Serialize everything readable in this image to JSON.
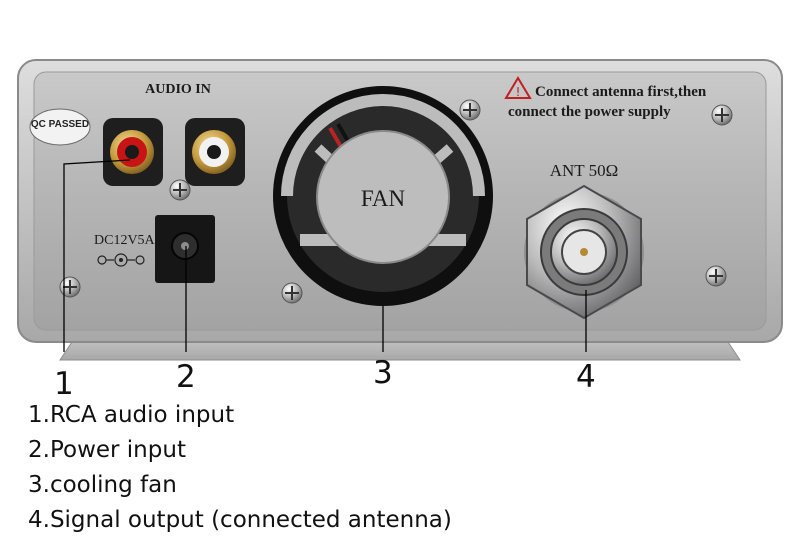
{
  "panel": {
    "audio_in_label": "AUDIO IN",
    "qc_badge": "QC PASSED",
    "warning_text_line1": "Connect antenna first,then",
    "warning_text_line2": "connect the power supply",
    "power_label": "DC12V5A",
    "fan_label": "FAN",
    "antenna_label": "ANT 50Ω"
  },
  "callouts": [
    "1",
    "2",
    "3",
    "4"
  ],
  "legend": [
    "1.RCA audio input",
    "2.Power input",
    "3.cooling fan",
    "4.Signal output (connected antenna)"
  ]
}
